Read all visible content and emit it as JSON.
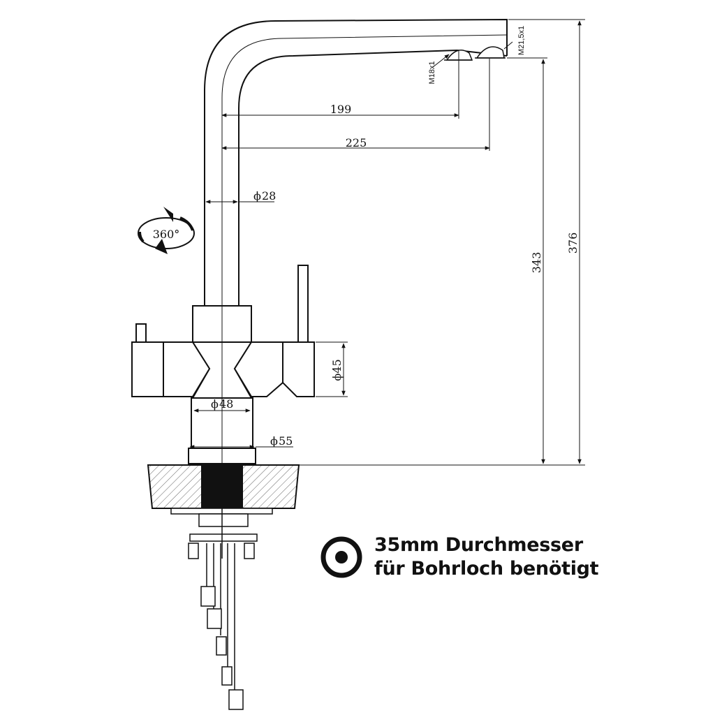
{
  "dimensions": {
    "spout_reach_inner": "199",
    "spout_reach_outer": "225",
    "spout_diameter": "28",
    "lever_diameter": "45",
    "body_diameter": "48",
    "base_diameter": "55",
    "height_to_outlet": "343",
    "total_height": "376",
    "thread_inner": "M18x1",
    "thread_outer": "M21,5x1",
    "rotation": "360°",
    "diameter_symbol": "ϕ"
  },
  "note": {
    "line1": "35mm Durchmesser",
    "line2": "für Bohrloch benötigt"
  },
  "colors": {
    "line": "#111111",
    "hatch": "#555555",
    "fill": "#ffffff",
    "bore": "#111111"
  }
}
